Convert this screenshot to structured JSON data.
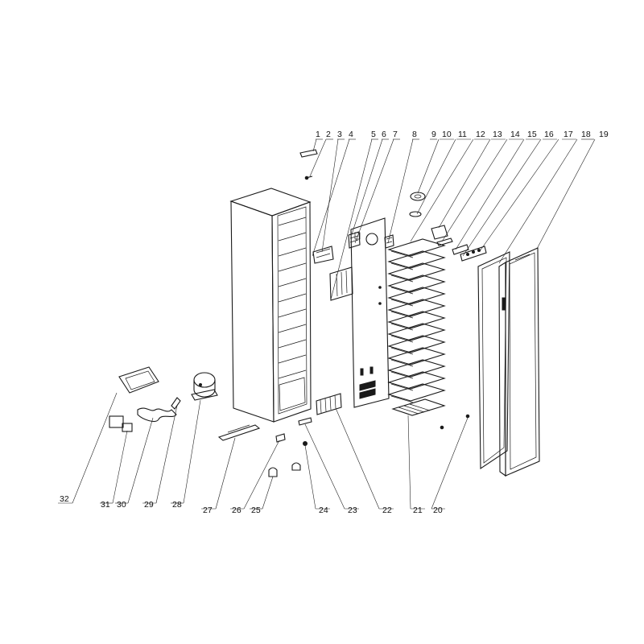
{
  "diagram": {
    "type": "exploded-parts-view",
    "labels_top": [
      "1",
      "2",
      "3",
      "4",
      "5",
      "6",
      "7",
      "8",
      "9",
      "10",
      "11",
      "12",
      "13",
      "14",
      "15",
      "16",
      "17",
      "18",
      "19"
    ],
    "labels_bottom": [
      "32",
      "31",
      "30",
      "29",
      "28",
      "27",
      "26",
      "25",
      "24",
      "23",
      "22",
      "21",
      "20"
    ]
  }
}
